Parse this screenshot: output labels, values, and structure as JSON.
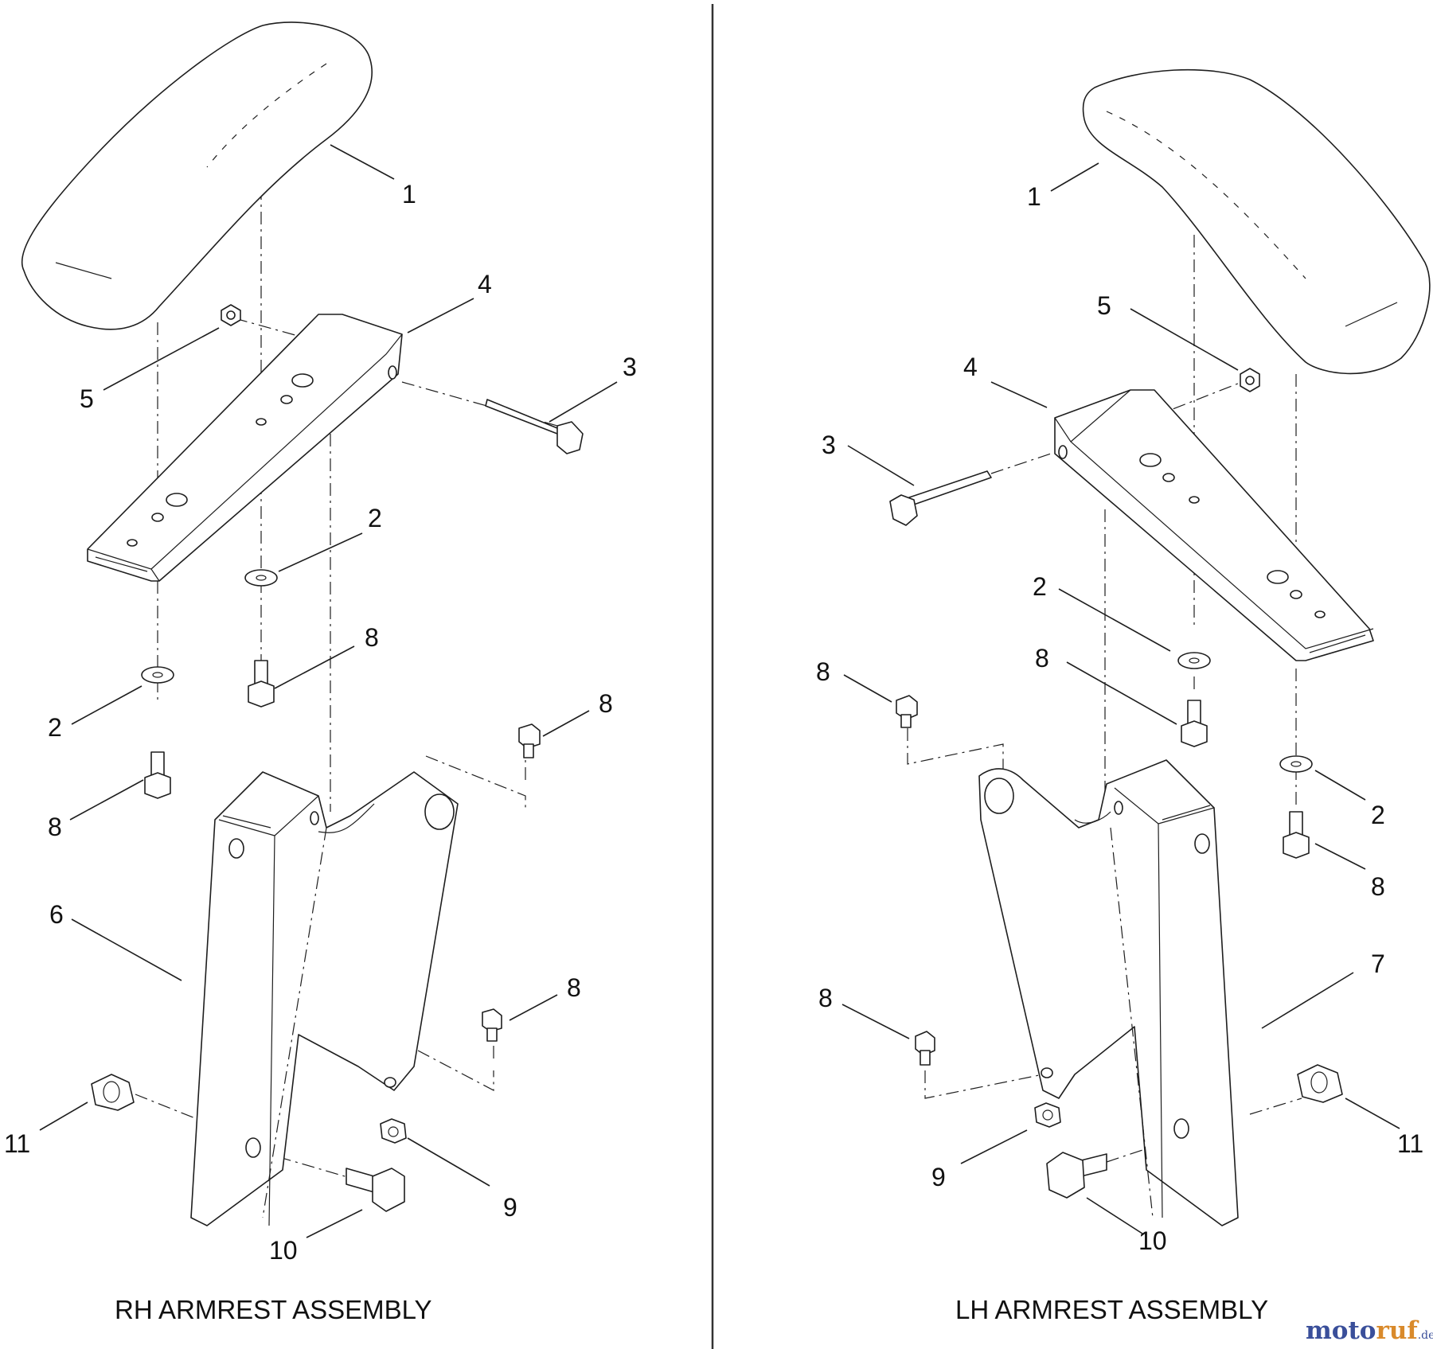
{
  "panels": [
    {
      "caption": "RH ARMREST ASSEMBLY"
    },
    {
      "caption": "LH ARMREST ASSEMBLY"
    }
  ],
  "callouts": {
    "rh": [
      "1",
      "4",
      "5",
      "3",
      "2",
      "8",
      "2",
      "8",
      "8",
      "6",
      "8",
      "11",
      "9",
      "10"
    ],
    "lh": [
      "1",
      "5",
      "4",
      "3",
      "2",
      "8",
      "8",
      "2",
      "8",
      "7",
      "8",
      "11",
      "9",
      "10"
    ]
  },
  "watermark": {
    "part1": "moto",
    "part2": "ruf",
    "suffix": ".de"
  }
}
